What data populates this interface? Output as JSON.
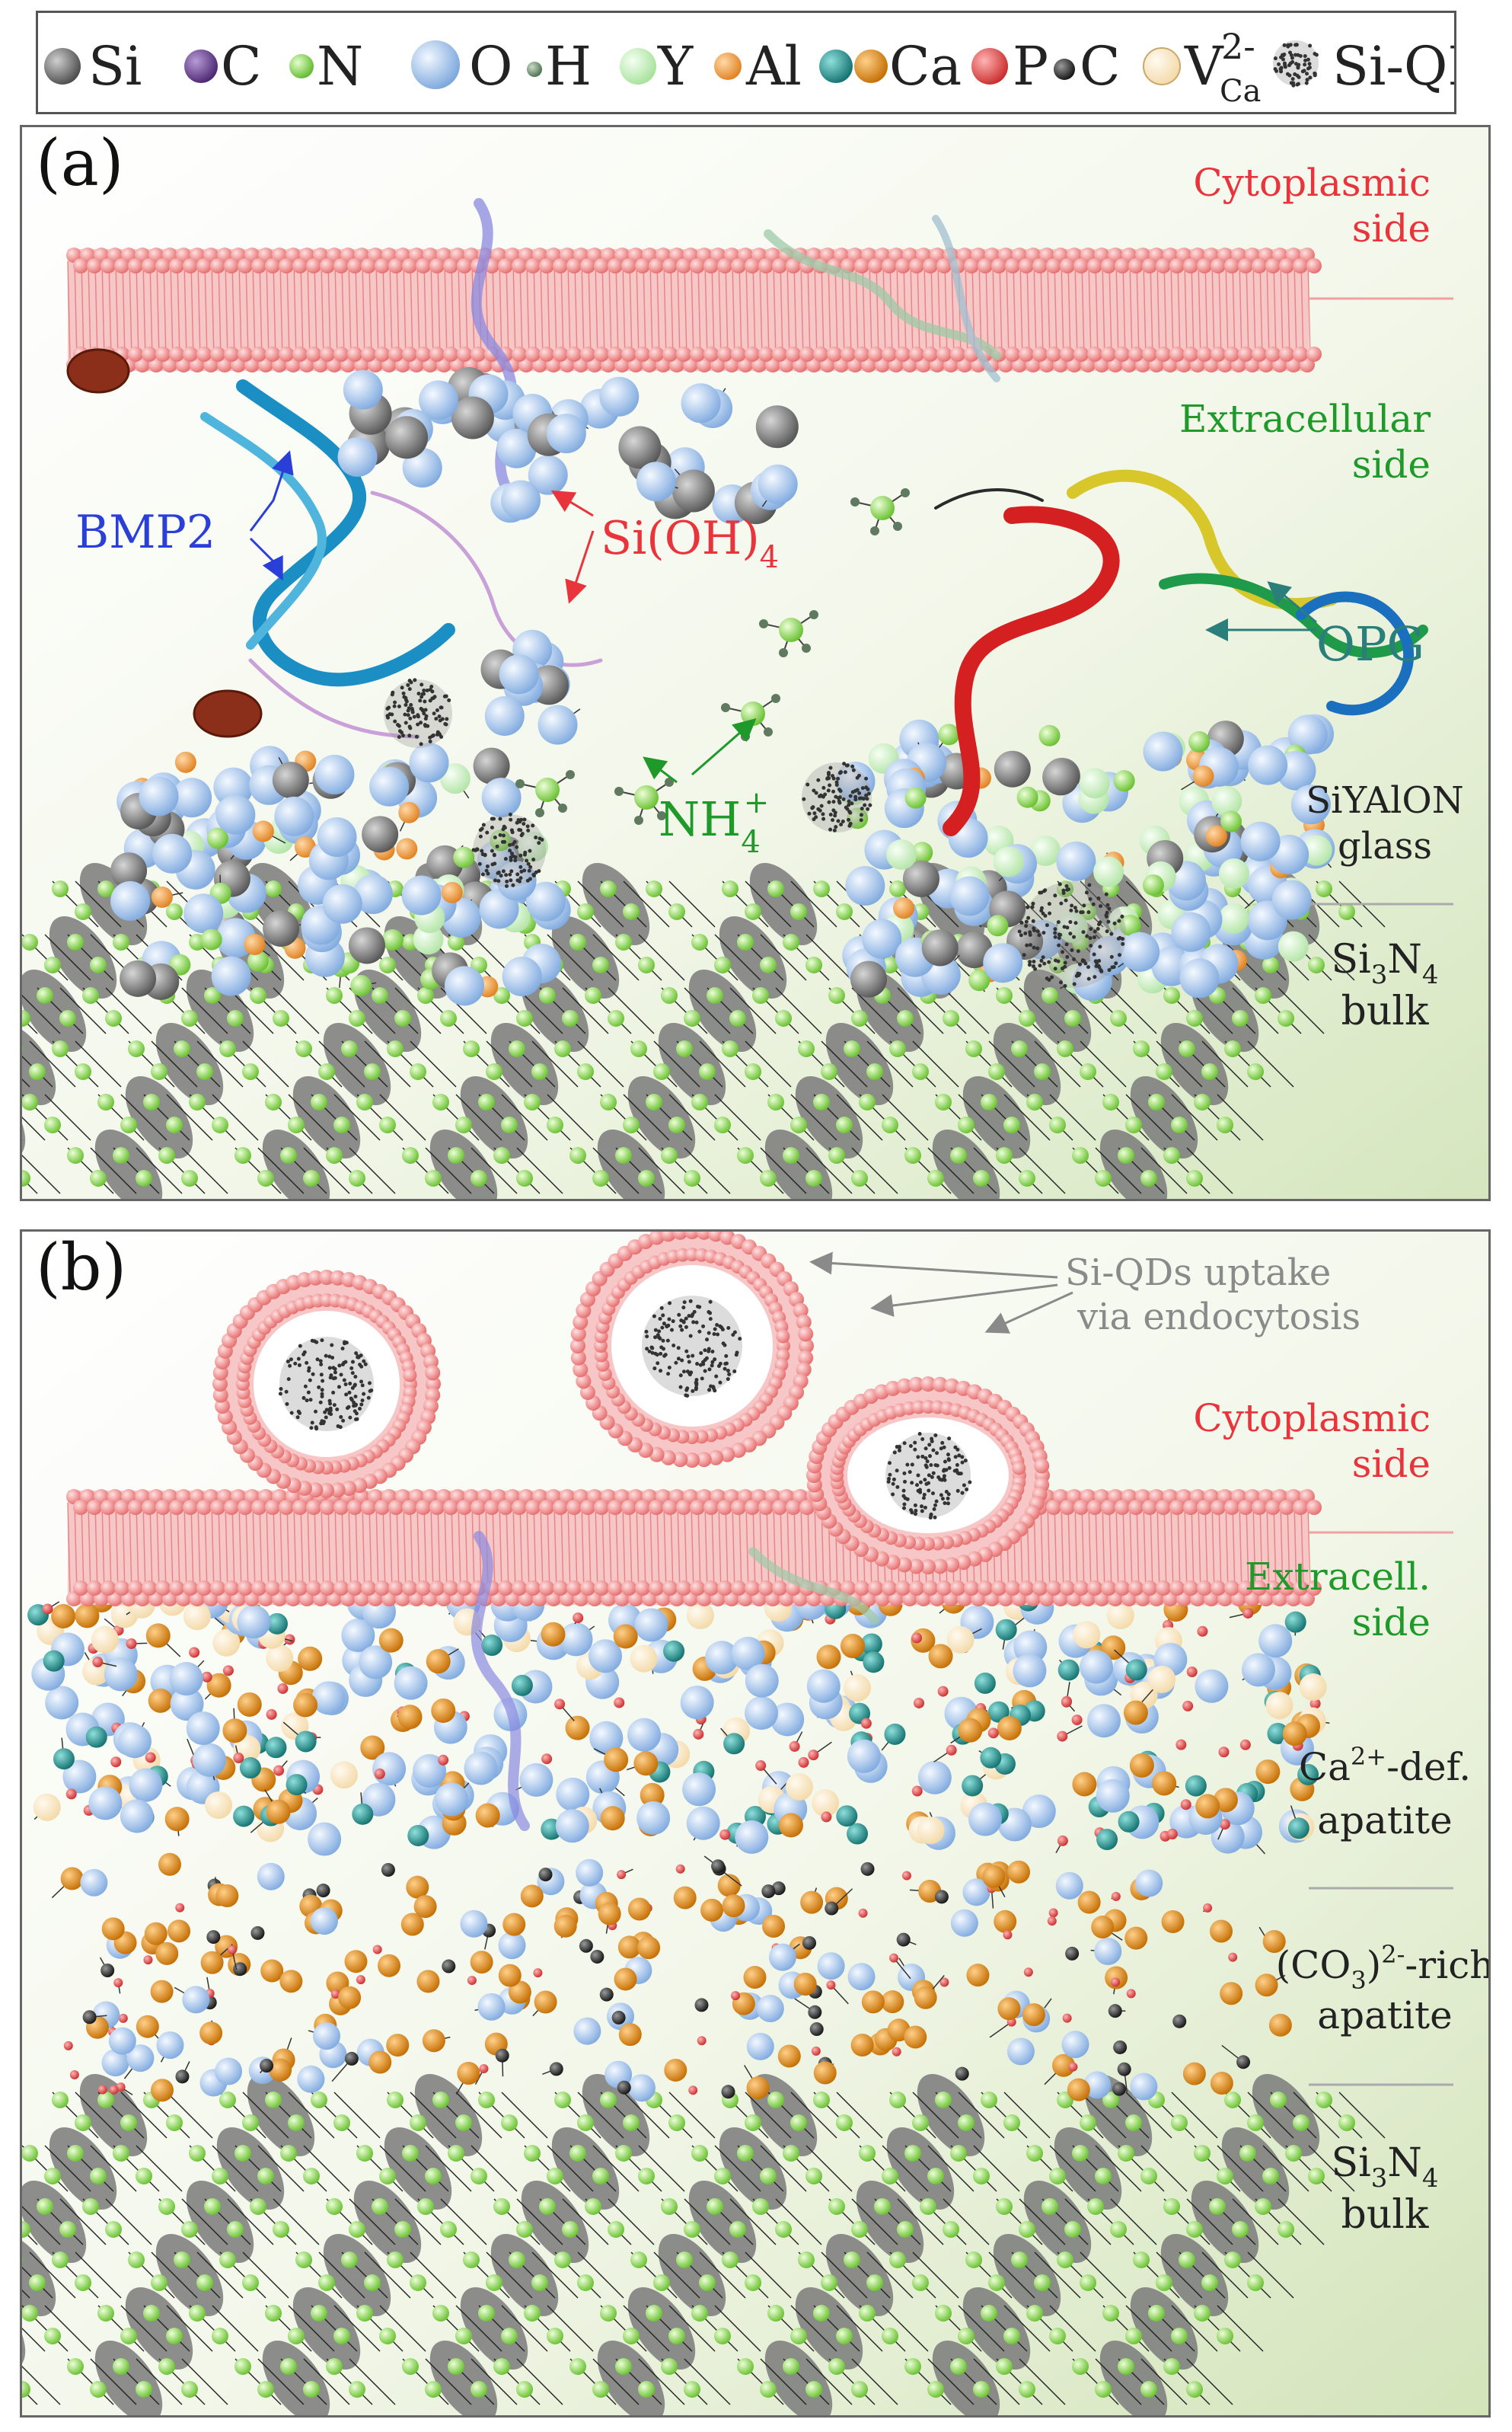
{
  "legend": {
    "items": [
      {
        "name": "sphere-si",
        "label": "Si",
        "color": "#6e6e6e"
      },
      {
        "name": "sphere-c-purple",
        "label": "C",
        "color": "#6a3f8f"
      },
      {
        "name": "sphere-n",
        "label": "N",
        "color": "#8ed84e"
      },
      {
        "name": "sphere-o",
        "label": "O",
        "color": "#a9c8f0"
      },
      {
        "name": "sphere-h",
        "label": "H",
        "color": "#6a8f6a"
      },
      {
        "name": "sphere-y",
        "label": "Y",
        "color": "#cdf5c4"
      },
      {
        "name": "sphere-al",
        "label": "Al",
        "color": "#f2a14a"
      },
      {
        "name": "sphere-ca",
        "label": "Ca",
        "color": "#1e8f8c",
        "color2": "#e0870e"
      },
      {
        "name": "sphere-p",
        "label": "P",
        "color": "#e84c4c"
      },
      {
        "name": "sphere-c-black",
        "label": "C",
        "color": "#2a2a2a"
      },
      {
        "name": "sphere-vacancy",
        "label": "V",
        "sup": "2-",
        "sub": "Ca",
        "color": "#fbe9c8"
      },
      {
        "name": "si-qd",
        "label": "Si-QD",
        "color": "#555555"
      }
    ]
  },
  "panel_a": {
    "letter": "(a)",
    "cytoplasmic": [
      "Cytoplasmic",
      "side"
    ],
    "extracellular": [
      "Extracellular",
      "side"
    ],
    "bmp2": "BMP2",
    "sioh4": {
      "main": "Si(OH)",
      "sub": "4"
    },
    "opg": "OPG",
    "nh4": {
      "main": "NH",
      "sub": "4",
      "sup": "+"
    },
    "glass": [
      "SiYAlON",
      "glass"
    ],
    "bulk": {
      "main": "Si",
      "sub1": "3",
      "mid": "N",
      "sub2": "4",
      "line2": "bulk"
    }
  },
  "panel_b": {
    "letter": "(b)",
    "uptake": [
      "Si-QDs uptake",
      "via endocytosis"
    ],
    "cytoplasmic": [
      "Cytoplasmic",
      "side"
    ],
    "extracellular": [
      "Extracell.",
      "side"
    ],
    "ca_def": {
      "main": "Ca",
      "sup": "2+",
      "rest": "-def.",
      "line2": "apatite"
    },
    "co3": {
      "open": "(CO",
      "sub": "3",
      "close": ")",
      "sup": "2-",
      "rest": "-rich",
      "line2": "apatite"
    },
    "bulk": {
      "main": "Si",
      "sub1": "3",
      "mid": "N",
      "sub2": "4",
      "line2": "bulk"
    }
  },
  "colors": {
    "membrane": "#f08a8a",
    "membrane_dark": "#d84848",
    "red_label": "#e8343a",
    "green_label": "#1f9a2a",
    "blue_label": "#2a3fd8",
    "teal_label": "#2a7f7a",
    "gray_label": "#8a8a8a"
  }
}
